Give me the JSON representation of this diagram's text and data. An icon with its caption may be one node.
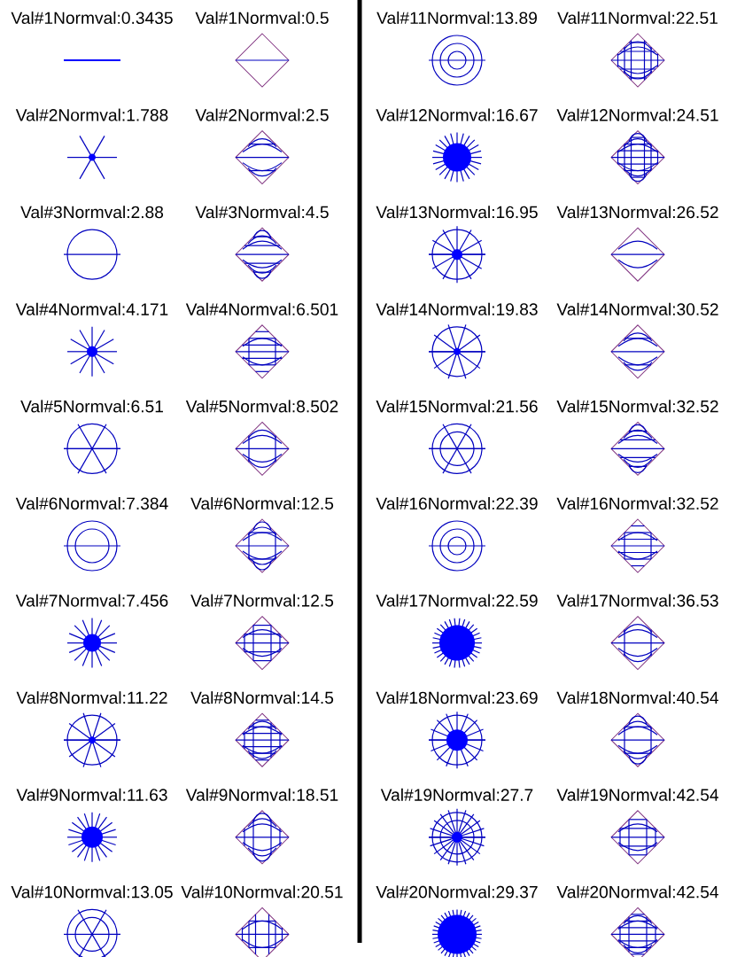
{
  "diagram": {
    "labels": [
      "Val#1Normval:0.3435",
      "Val#1Normval:0.5",
      "Val#2Normval:1.788",
      "Val#2Normval:2.5",
      "Val#3Normval:2.88",
      "Val#3Normval:4.5",
      "Val#4Normval:4.171",
      "Val#4Normval:6.501",
      "Val#5Normval:6.51",
      "Val#5Normval:8.502",
      "Val#6Normval:7.384",
      "Val#6Normval:12.5",
      "Val#7Normval:7.456",
      "Val#7Normval:12.5",
      "Val#8Normval:11.22",
      "Val#8Normval:14.5",
      "Val#9Normval:11.63",
      "Val#9Normval:18.51",
      "Val#10Normval:13.05",
      "Val#10Normval:20.51",
      "Val#11Normval:13.89",
      "Val#11Normval:22.51",
      "Val#12Normval:16.67",
      "Val#12Normval:24.51",
      "Val#13Normval:16.95",
      "Val#13Normval:26.52",
      "Val#14Normval:19.83",
      "Val#14Normval:30.52",
      "Val#15Normval:21.56",
      "Val#15Normval:32.52",
      "Val#16Normval:22.39",
      "Val#16Normval:32.52",
      "Val#17Normval:22.59",
      "Val#17Normval:36.53",
      "Val#18Normval:23.69",
      "Val#18Normval:40.54",
      "Val#19Normval:27.7",
      "Val#19Normval:42.54",
      "Val#20Normval:29.37",
      "Val#20Normval:42.54"
    ]
  }
}
